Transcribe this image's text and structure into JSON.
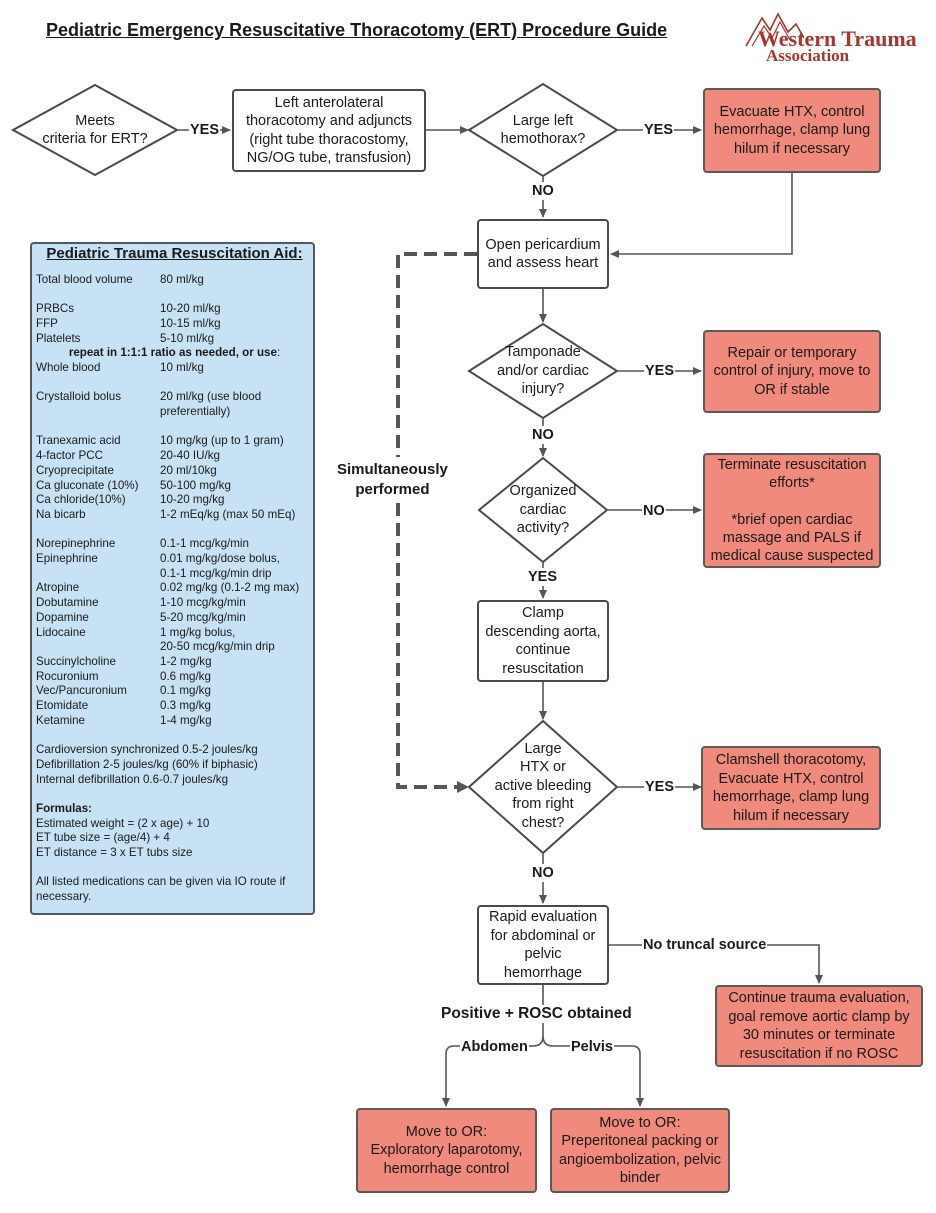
{
  "title": "Pediatric Emergency Resuscitative Thoracotomy (ERT) Procedure Guide",
  "logo": {
    "line1": "Western Trauma",
    "line2": "Association",
    "color": "#a8342e"
  },
  "colors": {
    "red_box": "#f08a7c",
    "aid_panel": "#c7e2f5",
    "line": "#555555"
  },
  "nodes": {
    "meets_criteria": "Meets\ncriteria for ERT?",
    "left_thoracotomy": "Left anterolateral\nthoracotomy and adjuncts\n(right tube thoracostomy,\nNG/OG tube, transfusion)",
    "large_left_htx": "Large left\nhemothorax?",
    "evacuate_htx": "Evacuate HTX, control\nhemorrhage, clamp lung\nhilum if necessary",
    "open_pericardium": "Open pericardium\nand assess heart",
    "tamponade": "Tamponade\nand/or cardiac\ninjury?",
    "repair": "Repair or temporary\ncontrol of injury, move to\nOR if stable",
    "organized_activity": "Organized\ncardiac\nactivity?",
    "terminate": "Terminate resuscitation\nefforts*\n\n*brief open cardiac\nmassage and PALS if\nmedical cause suspected",
    "clamp_aorta": "Clamp\ndescending aorta,\ncontinue\nresuscitation",
    "large_htx_right": "Large\nHTX or\nactive bleeding\nfrom right\nchest?",
    "clamshell": "Clamshell thoracotomy,\nEvacuate HTX, control\nhemorrhage, clamp lung\nhilum if necessary",
    "rapid_eval": "Rapid evaluation\nfor abdominal or\npelvic\nhemorrhage",
    "continue_trauma": "Continue trauma evaluation,\ngoal remove aortic clamp by\n30 minutes or terminate\nresuscitation if no ROSC",
    "or_laparotomy": "Move to OR:\nExploratory laparotomy,\nhemorrhage control",
    "or_preperitoneal": "Move to OR:\nPreperitoneal packing or\nangioembolization, pelvic\nbinder"
  },
  "labels": {
    "yes1": "YES",
    "yes2": "YES",
    "no1": "NO",
    "yes3": "YES",
    "no2": "NO",
    "no3": "NO",
    "yes4": "YES",
    "yes5": "YES",
    "no4": "NO",
    "simultaneous": "Simultaneously\nperformed",
    "no_truncal": "No truncal source",
    "positive_rosc": "Positive + ROSC obtained",
    "abdomen": "Abdomen",
    "pelvis": "Pelvis"
  },
  "aid": {
    "title": "Pediatric Trauma Resuscitation Aid:",
    "total_blood": {
      "name": "Total blood volume",
      "value": "80 ml/kg"
    },
    "blood_products": [
      {
        "name": "PRBCs",
        "value": "10-20 ml/kg"
      },
      {
        "name": "FFP",
        "value": "10-15 ml/kg"
      },
      {
        "name": "Platelets",
        "value": "5-10 ml/kg"
      }
    ],
    "repeat_note": "repeat in 1:1:1 ratio as needed, or use",
    "repeat_colon": ":",
    "whole_blood": {
      "name": "Whole blood",
      "value": "10 ml/kg"
    },
    "crystalloid": {
      "name": "Crystalloid bolus",
      "value": "20 ml/kg (use blood\npreferentially)"
    },
    "meds1": [
      {
        "name": "Tranexamic acid",
        "value": "10 mg/kg (up to 1 gram)"
      },
      {
        "name": "4-factor PCC",
        "value": "20-40 IU/kg"
      },
      {
        "name": "Cryoprecipitate",
        "value": "20 ml/10kg"
      },
      {
        "name": "Ca gluconate (10%)",
        "value": "50-100 mg/kg"
      },
      {
        "name": "Ca chloride(10%)",
        "value": "10-20 mg/kg"
      },
      {
        "name": "Na bicarb",
        "value": "1-2 mEq/kg (max 50 mEq)"
      }
    ],
    "meds2": [
      {
        "name": "Norepinephrine",
        "value": "0.1-1 mcg/kg/min"
      },
      {
        "name": "Epinephrine",
        "value": "0.01 mg/kg/dose bolus,\n0.1-1 mcg/kg/min drip"
      },
      {
        "name": "Atropine",
        "value": "0.02 mg/kg (0.1-2 mg max)"
      },
      {
        "name": "Dobutamine",
        "value": "1-10 mcg/kg/min"
      },
      {
        "name": "Dopamine",
        "value": "5-20 mcg/kg/min"
      },
      {
        "name": "Lidocaine",
        "value": "1 mg/kg bolus,\n20-50 mcg/kg/min drip"
      },
      {
        "name": "Succinylcholine",
        "value": "1-2 mg/kg"
      },
      {
        "name": "Rocuronium",
        "value": "0.6 mg/kg"
      },
      {
        "name": "Vec/Pancuronium",
        "value": "0.1 mg/kg"
      },
      {
        "name": "Etomidate",
        "value": "0.3 mg/kg"
      },
      {
        "name": "Ketamine",
        "value": "1-4 mg/kg"
      }
    ],
    "electric": [
      "Cardioversion synchronized 0.5-2 joules/kg",
      "Defibrillation 2-5 joules/kg (60% if biphasic)",
      "Internal defibrillation 0.6-0.7 joules/kg"
    ],
    "formulas_title": "Formulas:",
    "formulas": [
      "Estimated weight = (2 x age) + 10",
      "ET tube size = (age/4) + 4",
      "ET distance = 3 x ET tubs size"
    ],
    "footnote": "All listed medications can be given via IO route if\nnecessary."
  }
}
